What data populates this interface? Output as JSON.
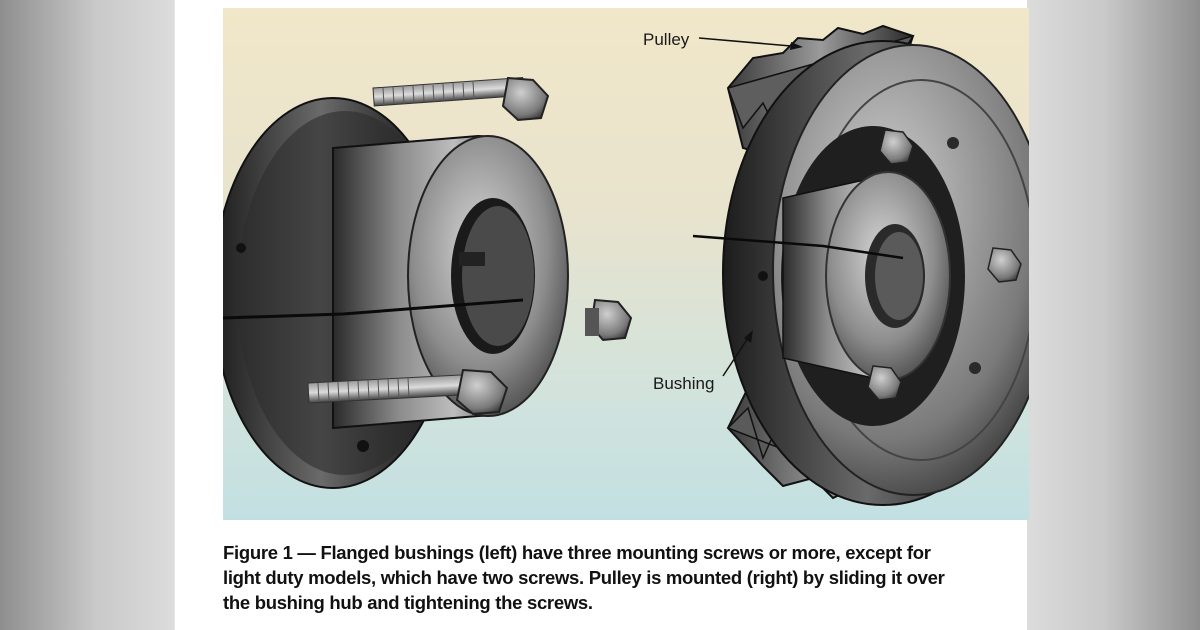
{
  "figure": {
    "labels": {
      "pulley": "Pulley",
      "bushing": "Bushing"
    }
  },
  "caption": {
    "line1": "Figure 1 — Flanged bushings (left) have three mounting screws or more, except for",
    "line2": "light duty models, which have two screws.  Pulley is mounted (right) by sliding it over",
    "line3": "the bushing hub and tightening the screws."
  },
  "colors": {
    "background_top": "#f1e7c9",
    "background_bottom": "#c2e0e2",
    "metal_dark": "#2a2a2a",
    "metal_light": "#d8d8d8"
  }
}
